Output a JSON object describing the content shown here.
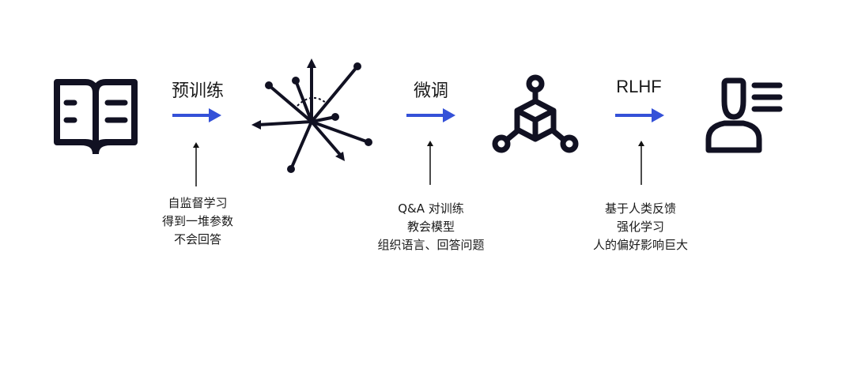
{
  "stages": [
    {
      "label": "预训练",
      "description": [
        "自监督学习",
        "得到一堆参数",
        "不会回答"
      ]
    },
    {
      "label": "微调",
      "description": [
        "Q&A 对训练",
        "教会模型",
        "组织语言、回答问题"
      ]
    },
    {
      "label": "RLHF",
      "description": [
        "基于人类反馈",
        "强化学习",
        "人的偏好影响巨大"
      ]
    }
  ],
  "icons": [
    "book-icon",
    "vector-burst-icon",
    "network-cube-icon",
    "user-profile-icon"
  ],
  "colors": {
    "arrow": "#3451d8",
    "icon": "#111122",
    "text": "#1a1a1a"
  }
}
